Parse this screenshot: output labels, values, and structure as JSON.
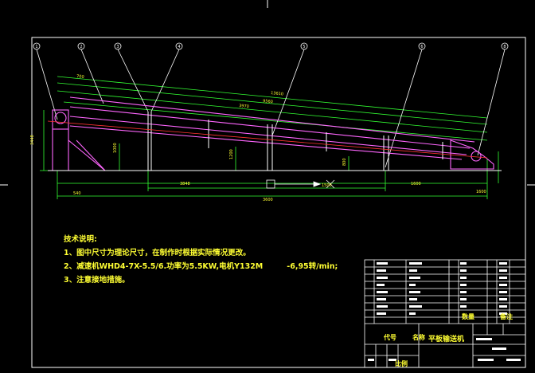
{
  "notes": {
    "heading": "技术说明:",
    "items": [
      "1、图中尺寸为理论尺寸，在制作时根据实际情况更改。",
      "2、减速机WHD4-7X-5.5/6.功率为5.5KW,电机Y132M",
      "3、注意接地措施。"
    ],
    "speed_suffix": "-6,95转/min;"
  },
  "balloons": [
    "1",
    "2",
    "3",
    "4",
    "5",
    "6",
    "8"
  ],
  "dimensions": {
    "top_overall": "13610",
    "top_a": "700",
    "top_b": "9560",
    "top_c": "3970",
    "bottom_left": "540",
    "bottom_mid": "3848",
    "bottom_right": "1600",
    "bottom_overall": "3600",
    "section_mark": "1500",
    "left_height": "3448",
    "left_small": "1000",
    "right_height": "1600",
    "mid_height_a": "1200",
    "mid_height_b": "800"
  },
  "title_block": {
    "drawing_name": "平板输送机",
    "scale_label": "比例",
    "col_code": "代号",
    "col_name": "名称",
    "col_qty": "数量",
    "col_note": "备注"
  },
  "colors": {
    "frame": "#ffffff",
    "structure": "#ff66ff",
    "dimension": "#33ff33",
    "leader": "#ffffff",
    "text": "#ffff33",
    "centerline": "#ff3333",
    "cyan": "#33ffff"
  }
}
